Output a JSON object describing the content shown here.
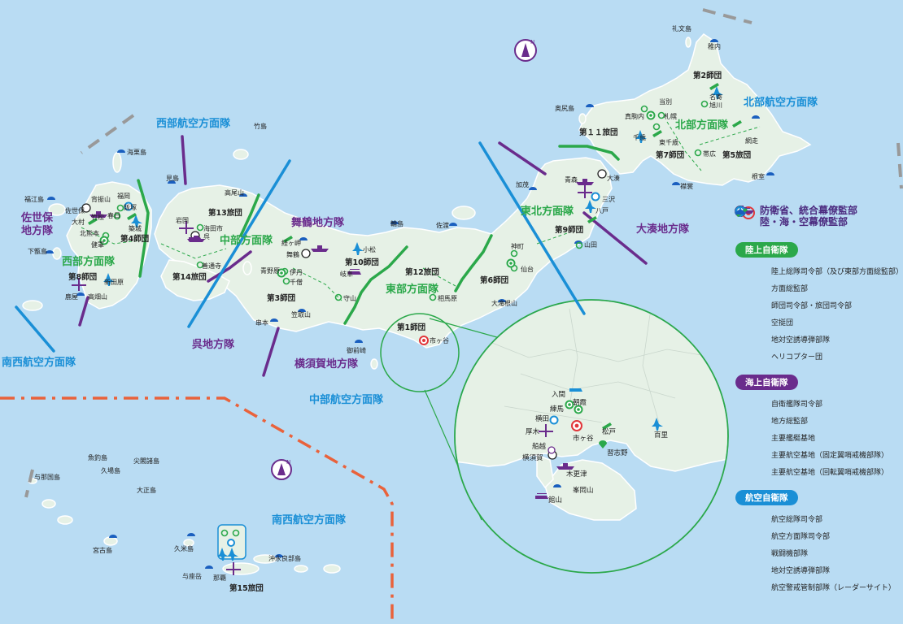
{
  "colors": {
    "sea": "#b9dcf3",
    "land": "#e6f1e6",
    "land_stroke": "#ffffff",
    "ground_sdf": "#2ba84a",
    "maritime_sdf": "#6a2c8c",
    "air_sdf": "#1a8fd6",
    "hq_red": "#e1363a",
    "boundary_dash": "#e9623b"
  },
  "regions": {
    "northern_army": "北部方面隊",
    "northeastern_army": "東北方面隊",
    "eastern_army": "東部方面隊",
    "middle_army": "中部方面隊",
    "western_army": "西部方面隊",
    "northern_air": "北部航空方面隊",
    "central_air": "中部航空方面隊",
    "western_air": "西部航空方面隊",
    "southwestern_air_top": "南西航空方面隊",
    "southwestern_air_bottom": "南西航空方面隊",
    "ominato": "大湊地方隊",
    "maizuru": "舞鶴地方隊",
    "yokosuka": "横須賀地方隊",
    "kure": "呉地方隊",
    "sasebo_line1": "佐世保",
    "sasebo_line2": "地方隊"
  },
  "units": {
    "d2": "第2師団",
    "d5": "第5旅団",
    "d7": "第7師団",
    "d11": "第１１旅団",
    "d9": "第9師団",
    "d6": "第6師団",
    "d12": "第12旅団",
    "d1": "第1師団",
    "d10": "第10師団",
    "d3": "第3師団",
    "d13": "第13旅団",
    "d14": "第14旅団",
    "d4": "第4師団",
    "d8": "第8師団",
    "d15": "第15旅団"
  },
  "places": {
    "rebun": "礼文島",
    "wakkanai": "稚内",
    "nayoro": "名寄",
    "asahikawa": "旭川",
    "tobetsu": "当別",
    "makomanai": "真駒内",
    "sapporo": "札幌",
    "chitose": "千歳",
    "higashichitose": "東千歳",
    "obihiro": "帯広",
    "abashiri": "網走",
    "nemuro": "根室",
    "erimo": "襟裳",
    "okushiri": "奥尻島",
    "kamo": "加茂",
    "aomori": "青森",
    "ominato_base": "大湊",
    "misawa": "三沢",
    "hachinohe": "八戸",
    "yamada": "山田",
    "jinmachi": "神町",
    "sendai": "仙台",
    "otakineyama": "大滝根山",
    "sado": "佐渡",
    "wajima": "輪島",
    "komatsu": "小松",
    "gifu": "岐阜",
    "moriyama": "守山",
    "sagamihara": "相馬原",
    "ichigaya": "市ヶ谷",
    "omaezaki": "御前崎",
    "kasatoriyama": "笠取山",
    "kushimoto": "串本",
    "kyogamisaki": "経ヶ岬",
    "maizuru_base": "舞鶴",
    "itami": "伊丹",
    "senzo": "千僧",
    "aonogahara": "青野原",
    "takeshima": "竹島",
    "mishima": "見島",
    "takaoyama": "高尾山",
    "iwakuni": "岩国",
    "kaitaichi": "海田市",
    "kure_base": "呉",
    "zentsuji": "善通寺",
    "kaikurijima": "海栗島",
    "fukuejima": "福江島",
    "sefuriyama": "背振山",
    "fukuoka": "福岡",
    "iizuka": "飯塚",
    "sasebo": "佐世保",
    "takematsu": "竹松",
    "kasuga": "春日",
    "omura": "大村",
    "tsuiki": "築城",
    "kitakumamoto": "北熊本",
    "kengun": "健軍",
    "shimokoshiki": "下甑島",
    "nyutabaru": "新田原",
    "kanoya": "鹿屋",
    "takahatayama": "高畑山",
    "yonaguni": "与那国島",
    "uotsuri": "魚釣島",
    "senkaku": "尖閣諸島",
    "kuba": "久場島",
    "taisho": "大正島",
    "miyako": "宮古島",
    "kume": "久米島",
    "yozadake": "与座岳",
    "naha": "那覇",
    "okinoerabu": "沖永良部島"
  },
  "inset": {
    "iruma": "入間",
    "asaka": "朝霞",
    "nerima": "練馬",
    "yokota": "横田",
    "atsugi": "厚木",
    "ichigaya": "市ヶ谷",
    "matsudo": "松戸",
    "narashino": "習志野",
    "hyakuri": "百里",
    "funakoshi": "船越",
    "yokosuka": "横須賀",
    "kisarazu": "木更津",
    "tateyama": "館山",
    "minegaokayama": "峯岡山"
  },
  "legend": {
    "hq_line1": "防衛省、統合幕僚監部",
    "hq_line2": "陸・海・空幕僚監部",
    "gsdf": {
      "title": "陸上自衛隊",
      "items": [
        "陸上総隊司令部（及び東部方面総監部）",
        "方面総監部",
        "師団司令部・旅団司令部",
        "空挺団",
        "地対空誘導弾部隊",
        "ヘリコプター団"
      ]
    },
    "msdf": {
      "title": "海上自衛隊",
      "items": [
        "自衛艦隊司令部",
        "地方総監部",
        "主要艦艇基地",
        "主要航空基地（固定翼哨戒機部隊）",
        "主要航空基地（回転翼哨戒機部隊）"
      ]
    },
    "asdf": {
      "title": "航空自衛隊",
      "items": [
        "航空総隊司令部",
        "航空方面隊司令部",
        "戦闘機部隊",
        "地対空誘導弾部隊",
        "航空警戒管制部隊（レーダーサイト）"
      ]
    }
  }
}
